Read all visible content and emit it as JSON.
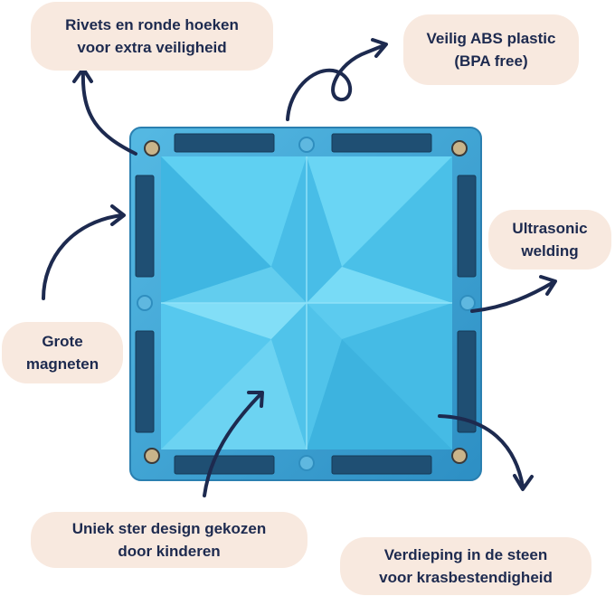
{
  "callouts": {
    "rivets": {
      "line1": "Rivets en ronde hoeken",
      "line2": "voor extra veiligheid"
    },
    "abs": {
      "line1": "Veilig ABS plastic",
      "line2": "(BPA free)"
    },
    "ultrasonic": {
      "line1": "Ultrasonic",
      "line2": "welding"
    },
    "magnets": {
      "line1": "Grote",
      "line2": "magneten"
    },
    "star": {
      "line1": "Uniek ster design gekozen",
      "line2": "door kinderen"
    },
    "recess": {
      "line1": "Verdieping in de steen",
      "line2": "voor krasbestendigheid"
    }
  },
  "colors": {
    "label_bg": "#f8e9df",
    "text": "#1d2a4f",
    "arrow": "#1d2a4f",
    "tile_frame": "#3da6d6",
    "tile_face": "#4cc3ea",
    "magnet": "#1e4a6e",
    "rivet": "#c9b48a"
  },
  "icons": {
    "arrow": "curved-arrow-icon",
    "rivet": "rivet-icon",
    "magnet": "magnet-bar-icon"
  }
}
